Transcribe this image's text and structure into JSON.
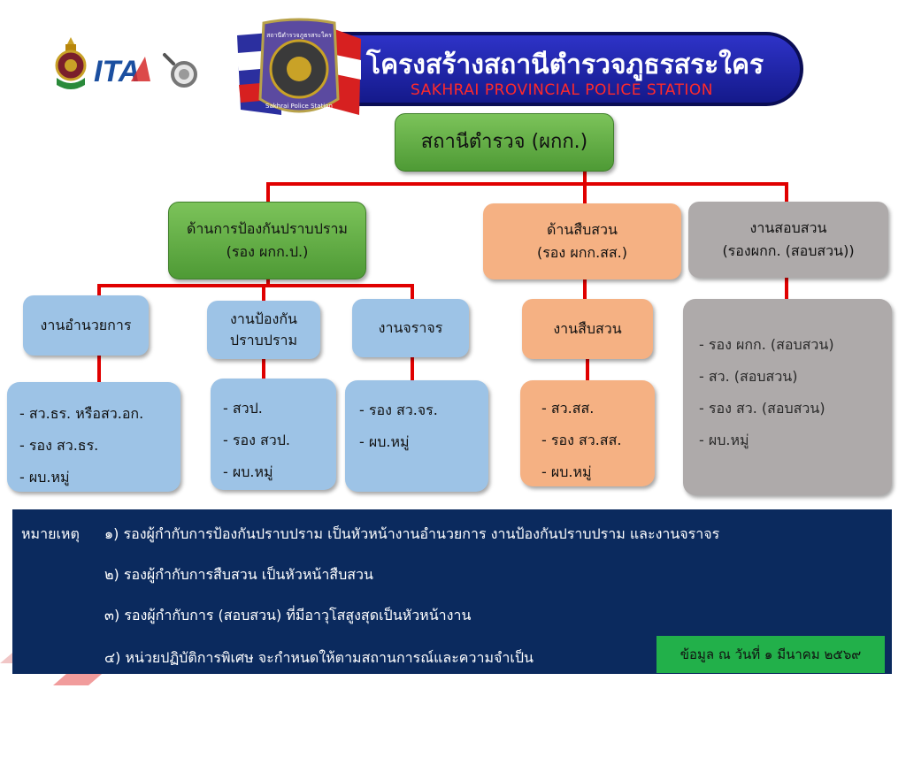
{
  "header": {
    "title": "โครงสร้างสถานีตำรวจภูธรสระใคร",
    "subtitle": "SAKHRAI PROVINCIAL POLICE STATION",
    "badge_top_text": "สถานีตำรวจภูธรสระใคร",
    "badge_bottom_text": "Sakhrai Police Station",
    "ita_logo_text": "ITA"
  },
  "root": {
    "label": "สถานีตำรวจ (ผกก.)"
  },
  "branches": {
    "prevention": {
      "line1": "ด้านการป้องกันปราบปราม",
      "line2": "(รอง ผกก.ป.)"
    },
    "investigation": {
      "line1": "ด้านสืบสวน",
      "line2": "(รอง ผกก.สส.)"
    },
    "inquiry": {
      "line1": "งานสอบสวน",
      "line2": "(รองผกก. (สอบสวน))"
    }
  },
  "units": {
    "admin": {
      "label": "งานอำนวยการ",
      "items": [
        "- สว.ธร. หรือสว.อก.",
        "- รอง สว.ธร.",
        "- ผบ.หมู่"
      ]
    },
    "prevention": {
      "line1": "งานป้องกัน",
      "line2": "ปราบปราม",
      "items": [
        "- สวป.",
        "- รอง สวป.",
        "- ผบ.หมู่"
      ]
    },
    "traffic": {
      "label": "งานจราจร",
      "items": [
        "- รอง สว.จร.",
        "- ผบ.หมู่"
      ]
    },
    "investigation": {
      "label": "งานสืบสวน",
      "items": [
        "- สว.สส.",
        "- รอง สว.สส.",
        "- ผบ.หมู่"
      ]
    },
    "inquiry": {
      "items": [
        "- รอง ผกก. (สอบสวน)",
        "- สว. (สอบสวน)",
        "- รอง สว. (สอบสวน)",
        "- ผบ.หมู่"
      ]
    }
  },
  "notes": {
    "label": "หมายเหตุ",
    "items": [
      "๑) รองผู้กำกับการป้องกันปราบปราม เป็นหัวหน้างานอำนวยการ งานป้องกันปราบปราม และงานจราจร",
      "๒) รองผู้กำกับการสืบสวน เป็นหัวหน้าสืบสวน",
      "๓) รองผู้กำกับการ (สอบสวน) ที่มีอาวุโสสูงสุดเป็นหัวหน้างาน",
      "๔) หน่วยปฏิบัติการพิเศษ จะกำหนดให้ตามสถานการณ์และความจำเป็น"
    ],
    "as_of": "ข้อมูล ณ วันที่  ๑ มีนาคม  ๒๕๖๙"
  },
  "colors": {
    "connector": "#e00000",
    "notes_bg": "#0b2a5e",
    "title_banner": "#1b1f9e",
    "green": "#5cae3f",
    "orange": "#f5b183",
    "gray": "#aeaaaa",
    "blue": "#9dc3e6"
  },
  "icons": [
    "police-emblem-icon",
    "ita-logo-icon",
    "magnifier-icon",
    "police-badge-icon"
  ]
}
